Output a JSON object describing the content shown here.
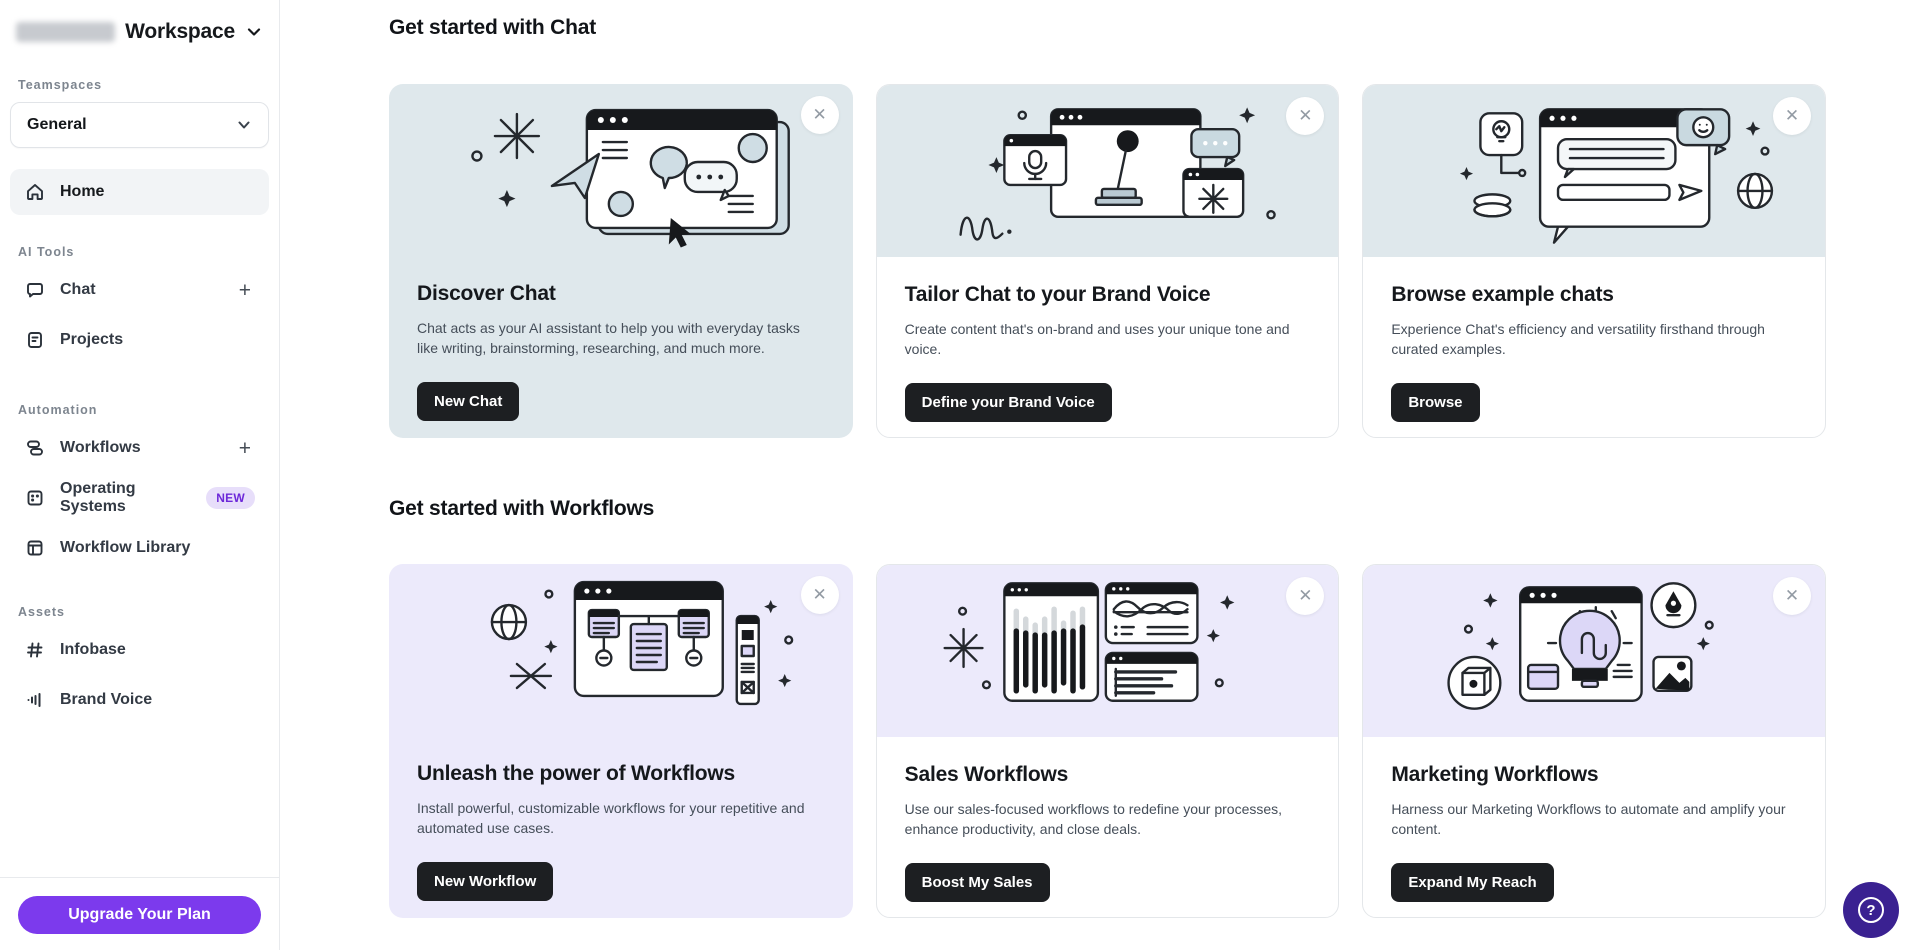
{
  "icons": {
    "plus": "+",
    "close": "✕",
    "question": "?"
  },
  "colors": {
    "accent_purple": "#7c3aed",
    "help_fab_purple": "#3a2191",
    "card_tint_blue": "#dfe8ec",
    "card_tint_purple": "#eceafb",
    "dark_button": "#1d1f22",
    "new_badge_bg": "#e7defa",
    "new_badge_text": "#6d28d9"
  },
  "sidebar": {
    "workspace_label": "Workspace",
    "teamspaces_label": "Teamspaces",
    "teamspace_selected": "General",
    "home_label": "Home",
    "sections": [
      {
        "label": "AI Tools",
        "items": [
          {
            "label": "Chat",
            "icon": "chat-bubble-icon",
            "has_add": true
          },
          {
            "label": "Projects",
            "icon": "document-icon"
          }
        ]
      },
      {
        "label": "Automation",
        "items": [
          {
            "label": "Workflows",
            "icon": "workflow-icon",
            "has_add": true
          },
          {
            "label": "Operating Systems",
            "icon": "os-grid-icon",
            "badge": "NEW"
          },
          {
            "label": "Workflow Library",
            "icon": "library-window-icon"
          }
        ]
      },
      {
        "label": "Assets",
        "items": [
          {
            "label": "Infobase",
            "icon": "hash-icon"
          },
          {
            "label": "Brand Voice",
            "icon": "waveform-icon"
          }
        ]
      }
    ],
    "upgrade_button": "Upgrade Your Plan"
  },
  "main": {
    "sections": [
      {
        "heading": "Get started with Chat",
        "cards": [
          {
            "title": "Discover Chat",
            "description": "Chat acts as your AI assistant to help you with everyday tasks like writing, brainstorming, researching, and much more.",
            "button": "New Chat",
            "illustration": "chat-window-illustration"
          },
          {
            "title": "Tailor Chat to your Brand Voice",
            "description": "Create content that's on-brand and uses your unique tone and voice.",
            "button": "Define your Brand Voice",
            "illustration": "brand-voice-illustration"
          },
          {
            "title": "Browse example chats",
            "description": "Experience Chat's efficiency and versatility firsthand through curated examples.",
            "button": "Browse",
            "illustration": "example-chats-illustration"
          }
        ]
      },
      {
        "heading": "Get started with Workflows",
        "cards": [
          {
            "title": "Unleash the power of Workflows",
            "description": "Install powerful, customizable workflows for your repetitive and automated use cases.",
            "button": "New Workflow",
            "illustration": "workflow-diagram-illustration"
          },
          {
            "title": "Sales Workflows",
            "description": "Use our sales-focused workflows to redefine your processes, enhance productivity, and close deals.",
            "button": "Boost My Sales",
            "illustration": "sales-charts-illustration"
          },
          {
            "title": "Marketing Workflows",
            "description": "Harness our Marketing Workflows to automate and amplify your content.",
            "button": "Expand My Reach",
            "illustration": "marketing-bulb-illustration"
          }
        ]
      }
    ]
  }
}
